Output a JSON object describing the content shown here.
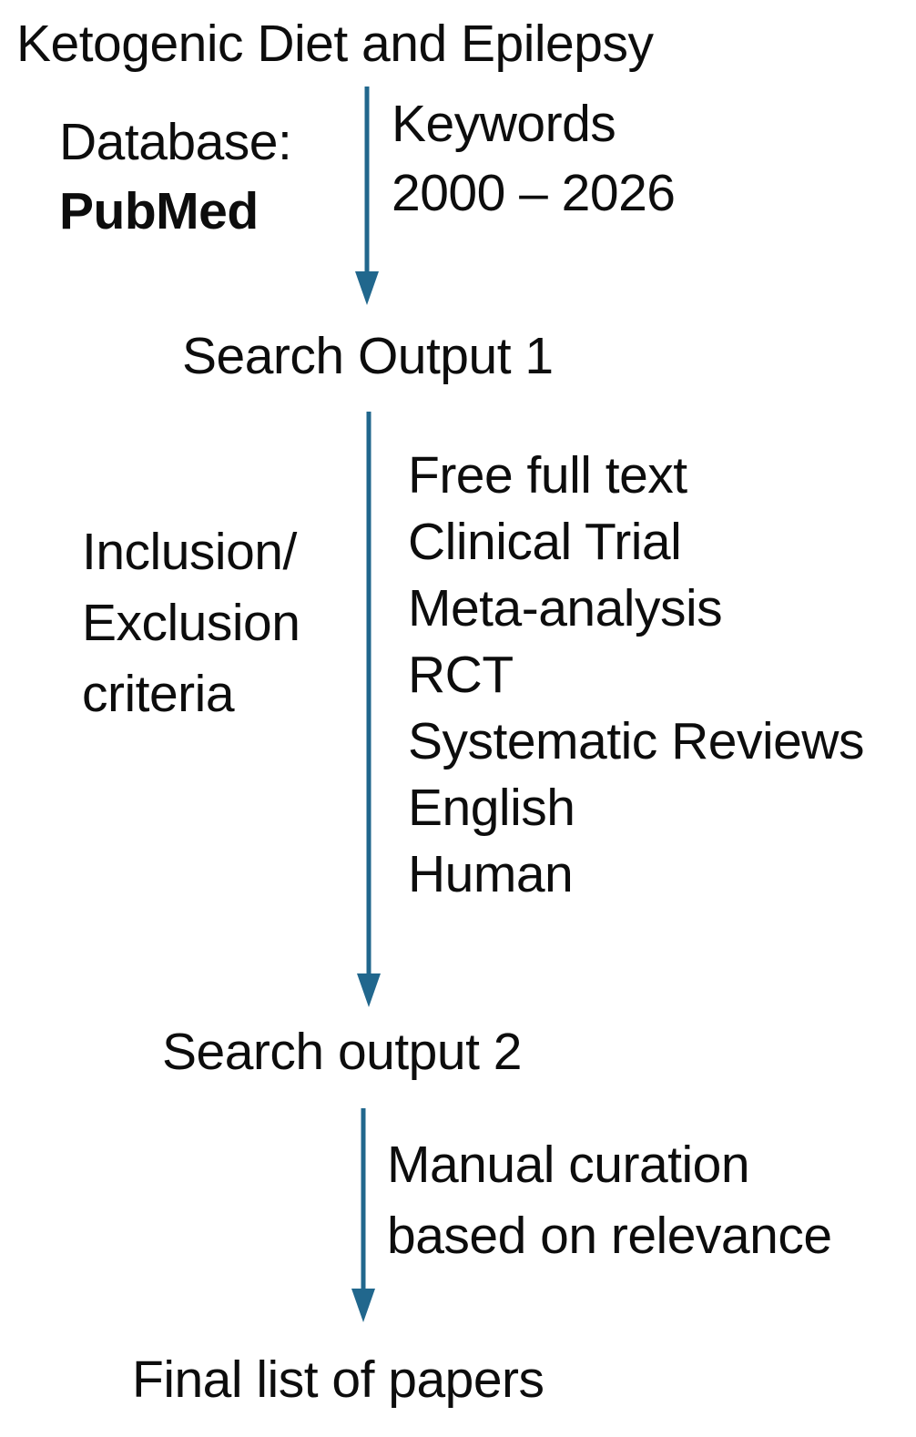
{
  "figure": {
    "title": "Ketogenic Diet and Epilepsy",
    "stage1": {
      "database_label": "Database:",
      "database_name": "PubMed",
      "keywords_line1": "Keywords",
      "keywords_line2": "2000 – 2026"
    },
    "node_search_output_1": "Search Output 1",
    "stage2": {
      "criteria_line1": "Inclusion/",
      "criteria_line2": "Exclusion",
      "criteria_line3": "criteria",
      "filters": [
        "Free full text",
        "Clinical Trial",
        "Meta-analysis",
        "RCT",
        "Systematic Reviews",
        "English",
        "Human"
      ]
    },
    "node_search_output_2": "Search output 2",
    "stage3": {
      "annotation_line1": "Manual curation",
      "annotation_line2": "based on relevance"
    },
    "node_final": "Final list of papers"
  },
  "colors": {
    "arrow": "#21678D",
    "text": "#0D0D0D",
    "background": "#FFFFFF"
  }
}
